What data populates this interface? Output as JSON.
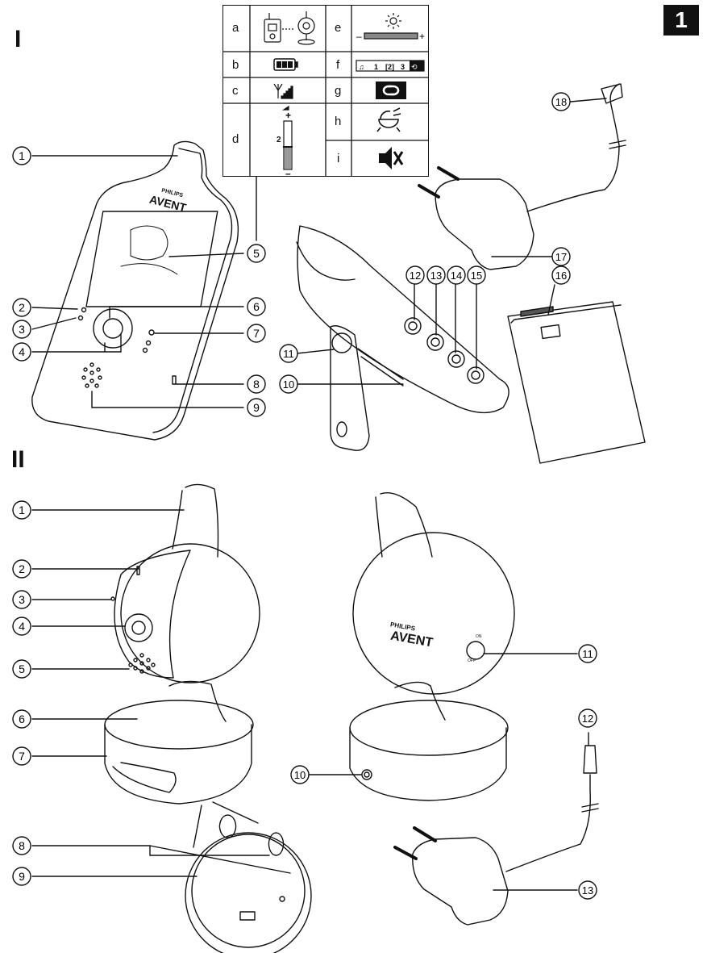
{
  "page_number": "1",
  "section_one": "I",
  "section_two": "II",
  "brand_top": "PHILIPS",
  "brand_logo": "AVENT",
  "icon_table": {
    "letters": [
      "a",
      "b",
      "c",
      "d",
      "e",
      "f",
      "g",
      "h",
      "i"
    ],
    "volume_value": "2",
    "plus": "+",
    "minus": "–",
    "lullaby_tracks": [
      "1",
      "2",
      "3"
    ]
  },
  "labels_I": [
    "1",
    "2",
    "3",
    "4",
    "5",
    "6",
    "7",
    "8",
    "9",
    "10",
    "11",
    "12",
    "13",
    "14",
    "15",
    "16",
    "17",
    "18"
  ],
  "labels_II": [
    "1",
    "2",
    "3",
    "4",
    "5",
    "6",
    "7",
    "8",
    "9",
    "10",
    "11",
    "12",
    "13"
  ],
  "switch_text": {
    "on": "ON",
    "off": "OFF"
  }
}
